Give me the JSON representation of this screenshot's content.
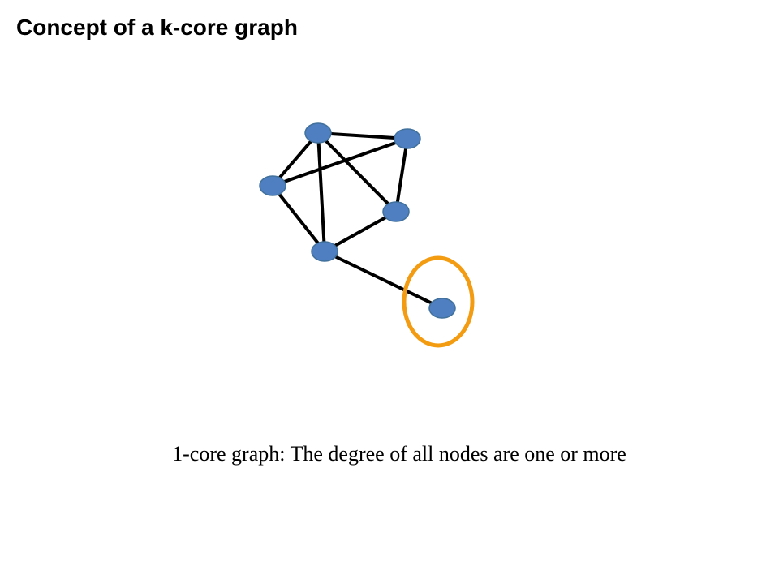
{
  "title": "Concept of a k-core graph",
  "caption": "1-core graph: The degree of all nodes are one or more",
  "colors": {
    "node_fill": "#4f7fc1",
    "edge": "#000000",
    "highlight": "#f39c12"
  },
  "graph": {
    "nodes": [
      "n1",
      "n2",
      "n3",
      "n4",
      "n5",
      "n6"
    ],
    "edges": [
      [
        "n1",
        "n2"
      ],
      [
        "n1",
        "n3"
      ],
      [
        "n1",
        "n4"
      ],
      [
        "n1",
        "n5"
      ],
      [
        "n2",
        "n3"
      ],
      [
        "n2",
        "n4"
      ],
      [
        "n3",
        "n5"
      ],
      [
        "n4",
        "n5"
      ],
      [
        "n5",
        "n6"
      ]
    ],
    "highlighted_node": "n6"
  }
}
